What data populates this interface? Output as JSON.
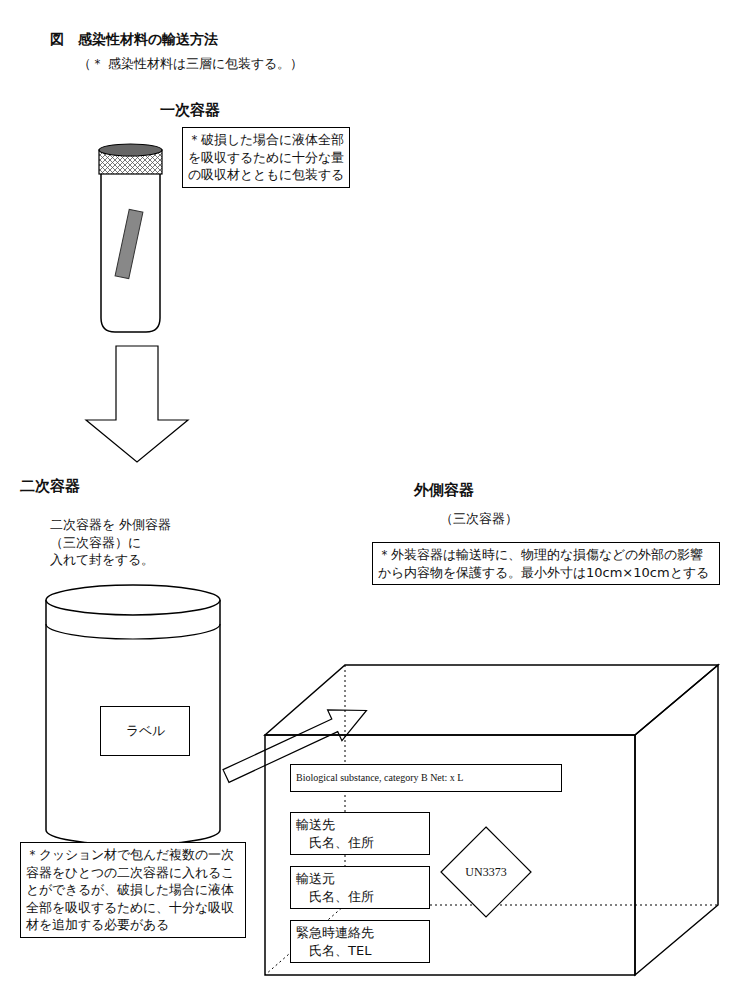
{
  "diagram": {
    "title": "図　感染性材料の輸送方法",
    "nodes": [
      {
        "text": [
          "＊破損した場合に液体全部を吸収するために十分な量の吸収材とともに包装する"
        ]
      },
      {
        "text": [
          "＊外装容器は輸送時に、物理的な損傷などの外部の影響から内容物を保護する。最小外寸は10cm×10cmとする"
        ]
      },
      {
        "text": [
          "ラベル"
        ]
      },
      {
        "text": [
          "Biological substance, category B Net: x L"
        ]
      },
      {
        "text": [
          "輸送先",
          "氏名、住所"
        ]
      },
      {
        "text": [
          "UN3373"
        ]
      },
      {
        "text": [
          "輸送元",
          "氏名、住所"
        ]
      },
      {
        "text": [
          "緊急時連絡先",
          "氏名、TEL"
        ]
      },
      {
        "text": [
          "＊クッション材で包んだ複数の一次容器をひとつの二次容器に入れることができるが、破損した場合に液体全部を吸収するために、十分な吸収材を追加する必要がある"
        ]
      }
    ],
    "labels": [
      "（＊ 感染性材料は三層に包装する。）",
      "一次容器",
      "二次容器",
      "二次容器を 外側容器（三次容器）に 入れて封をする。",
      "外側容器",
      "（三次容器）"
    ]
  }
}
